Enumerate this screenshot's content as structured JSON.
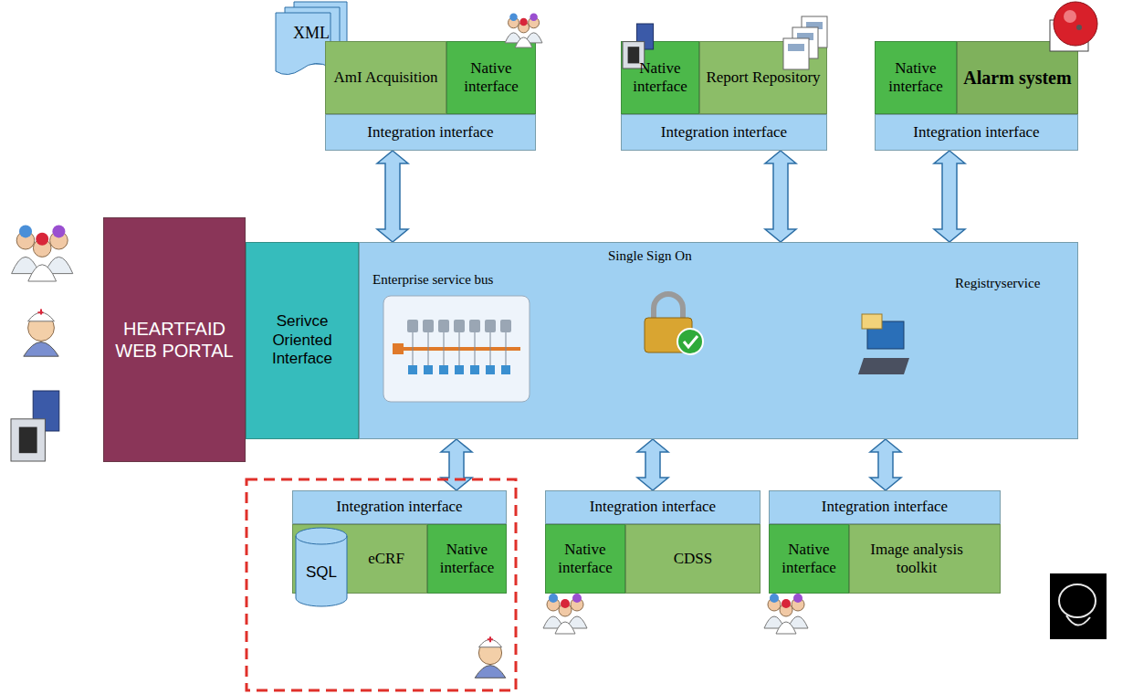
{
  "diagram": {
    "nodes": [
      {
        "text": [
          "XML"
        ]
      },
      {
        "text": [
          "AmI Acquisition"
        ]
      },
      {
        "text": [
          "Native interface"
        ]
      },
      {
        "text": [
          "Integration interface"
        ]
      },
      {
        "text": [
          "Native interface"
        ]
      },
      {
        "text": [
          "Report Repository"
        ]
      },
      {
        "text": [
          "Integration interface"
        ]
      },
      {
        "text": [
          "Native interface"
        ]
      },
      {
        "text": [
          "Alarm system"
        ]
      },
      {
        "text": [
          "Integration interface"
        ]
      },
      {
        "text": [
          "HEARTFAID WEB PORTAL"
        ]
      },
      {
        "text": [
          "Serivce Oriented Interface"
        ]
      },
      {
        "text": [
          "Enterprise service bus",
          "Single Sign On",
          "Registryservice"
        ]
      },
      {
        "text": [
          "Integration interface"
        ]
      },
      {
        "text": [
          "eCRF"
        ]
      },
      {
        "text": [
          "SQL"
        ],
        "in": 14
      },
      {
        "text": [
          "Native interface"
        ]
      },
      {
        "text": [
          "Integration interface"
        ]
      },
      {
        "text": [
          "Native interface"
        ]
      },
      {
        "text": [
          "CDSS"
        ]
      },
      {
        "text": [
          "Integration interface"
        ]
      },
      {
        "text": [
          "Native interface"
        ]
      },
      {
        "text": [
          "Image analysis toolkit"
        ]
      }
    ],
    "edges": [
      {
        "from": 3,
        "to": 12,
        "arrow": "both"
      },
      {
        "from": 6,
        "to": 12,
        "arrow": "both"
      },
      {
        "from": 9,
        "to": 12,
        "arrow": "both"
      },
      {
        "from": 12,
        "to": 13,
        "arrow": "both"
      },
      {
        "from": 12,
        "to": 17,
        "arrow": "both"
      },
      {
        "from": 12,
        "to": 20,
        "arrow": "both"
      }
    ]
  }
}
